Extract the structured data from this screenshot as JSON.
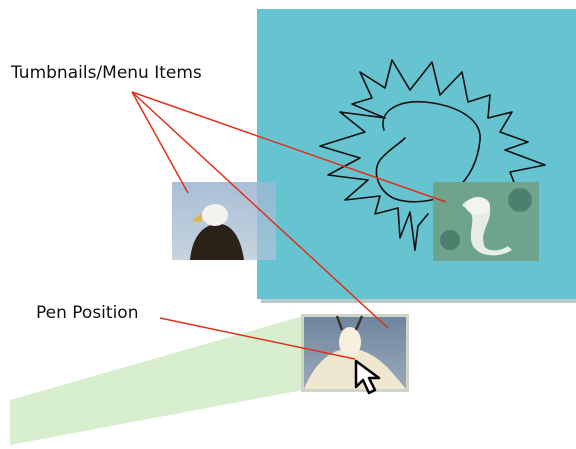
{
  "labels": {
    "thumbnails": "Tumbnails/Menu Items",
    "pen_position": "Pen Position"
  },
  "thumbnails": [
    {
      "subject": "eagle"
    },
    {
      "subject": "ferret"
    },
    {
      "subject": "mountain-goat"
    }
  ],
  "colors": {
    "canvas": "#66c4d0",
    "canvas_shadow": "#b7c9cc",
    "leader_line": "#e0301a",
    "frustum": "#d7efcf",
    "sketch": "#111111"
  },
  "icons": {
    "pointer": "arrow-cursor-icon"
  }
}
